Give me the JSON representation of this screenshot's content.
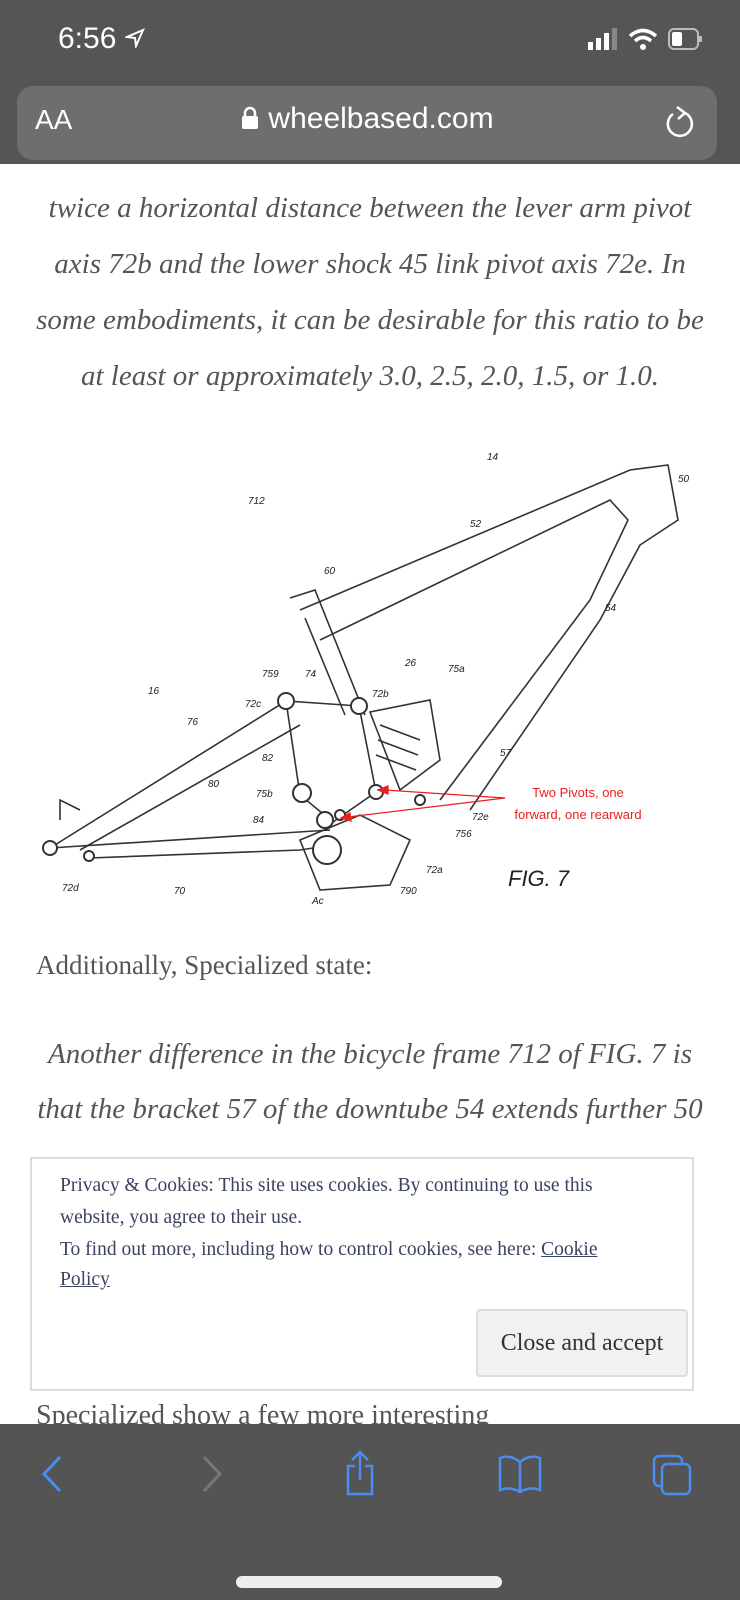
{
  "status_bar": {
    "time": "6:56"
  },
  "browser": {
    "text_size_label": "AA",
    "url": "wheelbased.com"
  },
  "article": {
    "quote1_lines": [
      "twice a horizontal distance between the lever arm pivot",
      "axis 72b and the lower shock 45 link pivot axis 72e. In",
      "some embodiments, it can be desirable for this ratio to be",
      "at least or approximately 3.0, 2.5, 2.0, 1.5, or 1.0."
    ],
    "intro": "Additionally, Specialized state:",
    "quote2_lines": [
      "Another difference in the bicycle frame 712 of FIG. 7 is",
      "that the bracket 57 of the downtube 54 extends further 50"
    ],
    "trailing": "Specialized show a few more interesting"
  },
  "figure": {
    "caption": "FIG. 7",
    "annotation_lines": [
      "Two Pivots, one",
      "forward, one rearward"
    ],
    "annotation_color": "#e82020",
    "labels": [
      "14",
      "50",
      "712",
      "52",
      "60",
      "54",
      "26",
      "75a",
      "759",
      "74",
      "72b",
      "72c",
      "16",
      "76",
      "57",
      "82",
      "80",
      "75b",
      "84",
      "72e",
      "756",
      "72a",
      "790",
      "72d",
      "70",
      "Ac"
    ]
  },
  "cookie_banner": {
    "line1": "Privacy & Cookies: This site uses cookies. By continuing to use this",
    "line2": "website, you agree to their use.",
    "line3": "To find out more, including how to control cookies, see here: ",
    "link_a": "Cookie",
    "link_b": "Policy",
    "accept_label": "Close and accept"
  },
  "toolbar": {
    "accent": "#4a8cf0"
  }
}
